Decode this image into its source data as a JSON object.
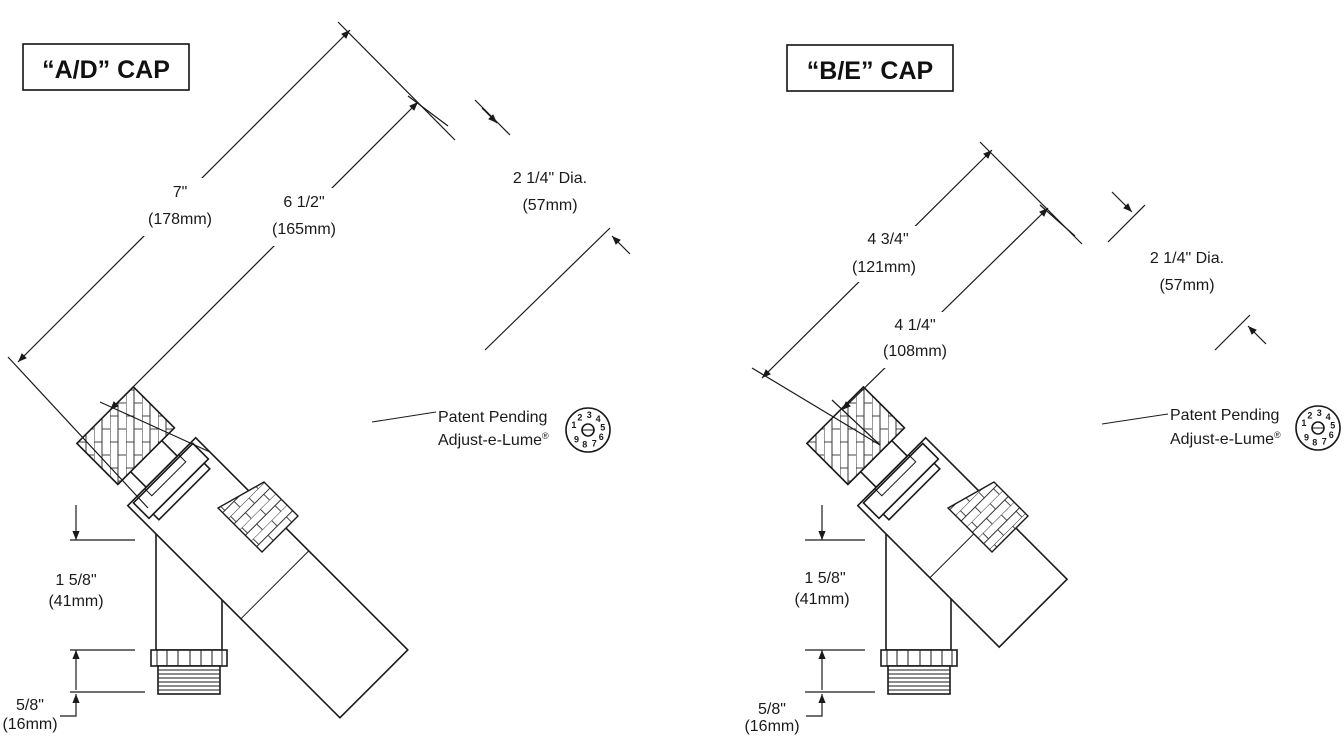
{
  "left": {
    "title": "“A/D” CAP",
    "length_overall": "7\"",
    "length_overall_mm": "(178mm)",
    "length_inner": "6 1/2\"",
    "length_inner_mm": "(165mm)",
    "diameter": "2 1/4\" Dia.",
    "diameter_mm": "(57mm)",
    "stem_height": "1 5/8\"",
    "stem_height_mm": "(41mm)",
    "thread_length": "5/8\"",
    "thread_length_mm": "(16mm)",
    "callout_line1": "Patent Pending",
    "callout_line2": "Adjust-e-Lume",
    "callout_mark": "®",
    "dial_digits": [
      "1",
      "2",
      "3",
      "4",
      "5",
      "6",
      "7",
      "8",
      "9"
    ]
  },
  "right": {
    "title": "“B/E” CAP",
    "length_overall": "4 3/4\"",
    "length_overall_mm": "(121mm)",
    "length_inner": "4 1/4\"",
    "length_inner_mm": "(108mm)",
    "diameter": "2 1/4\" Dia.",
    "diameter_mm": "(57mm)",
    "stem_height": "1 5/8\"",
    "stem_height_mm": "(41mm)",
    "thread_length": "5/8\"",
    "thread_length_mm": "(16mm)",
    "callout_line1": "Patent Pending",
    "callout_line2": "Adjust-e-Lume",
    "callout_mark": "®",
    "dial_digits": [
      "1",
      "2",
      "3",
      "4",
      "5",
      "6",
      "7",
      "8",
      "9"
    ]
  }
}
